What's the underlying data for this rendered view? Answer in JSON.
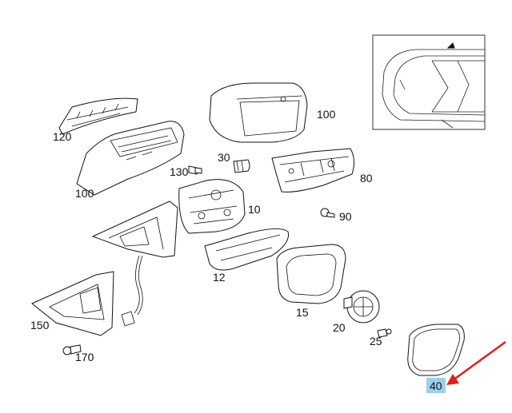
{
  "diagram": {
    "part_labels": {
      "p120": "120",
      "p100_top": "100",
      "p100_left": "100",
      "p30": "30",
      "p130": "130",
      "p80": "80",
      "p10": "10",
      "p90": "90",
      "p12": "12",
      "p15": "15",
      "p20": "20",
      "p25": "25",
      "p150": "150",
      "p170": "170",
      "p40": "40"
    },
    "highlight_color": "#9ccff0",
    "arrow_color": "#e0201a"
  }
}
